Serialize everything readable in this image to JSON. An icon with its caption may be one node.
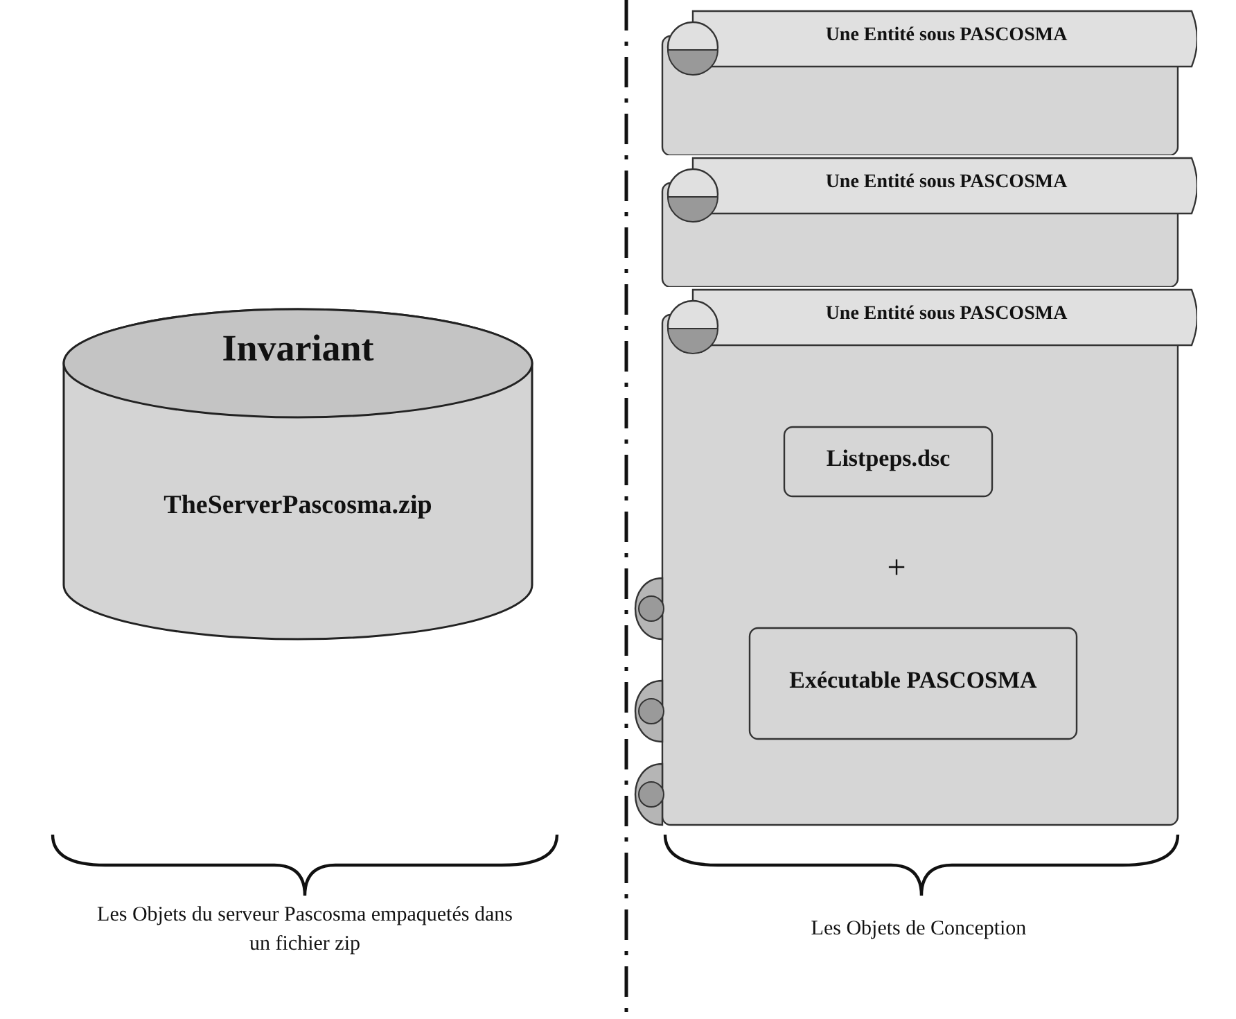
{
  "diagram": {
    "nodes": [
      {
        "text": [
          "Invariant",
          "TheServerPascosma.zip"
        ]
      },
      {
        "text": [
          "Une Entité sous PASCOSMA"
        ]
      },
      {
        "text": [
          "Une Entité sous PASCOSMA"
        ]
      },
      {
        "text": [
          "Une Entité sous PASCOSMA"
        ]
      },
      {
        "text": [
          "Listpeps.dsc"
        ],
        "in": 3
      },
      {
        "text": [
          "Exécutable PASCOSMA"
        ],
        "in": 3
      }
    ],
    "edges": [],
    "labels": [
      "+",
      "Les Objets du serveur Pascosma empaquetés dans un fichier zip",
      "Les Objets de Conception"
    ]
  }
}
